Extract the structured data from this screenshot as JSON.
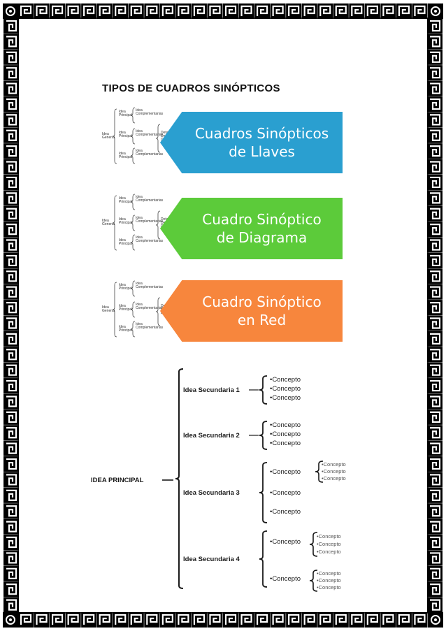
{
  "title": "TIPOS DE CUADROS SINÓPTICOS",
  "mini_labels": {
    "general": "Idea General",
    "principal": "Idea Principal",
    "complementarias": "Idea Complementarias",
    "detalles": "Detalles Detalles Detalles"
  },
  "cards": [
    {
      "line1": "Cuadros Sinópticos",
      "line2": "de Llaves",
      "color": "#2a9fd0"
    },
    {
      "line1": "Cuadro Sinóptico",
      "line2": "de Diagrama",
      "color": "#5ccb3a"
    },
    {
      "line1": "Cuadro Sinóptico",
      "line2": "en Red",
      "color": "#f7863d"
    }
  ],
  "diagram": {
    "root": "IDEA PRINCIPAL",
    "branches": [
      {
        "label": "Idea Secundaria 1",
        "concepts": [
          "•Concepto",
          "•Concepto",
          "•Concepto"
        ]
      },
      {
        "label": "Idea Secundaria 2",
        "concepts": [
          "•Concepto",
          "•Concepto",
          "•Concepto"
        ]
      },
      {
        "label": "Idea Secundaria 3",
        "concepts": [
          "•Concepto",
          "•Concepto",
          "•Concepto"
        ],
        "sub": [
          "•Concepto",
          "•Concepto",
          "•Concepto"
        ]
      },
      {
        "label": "Idea Secundaria 4",
        "concepts": [
          "•Concepto",
          "•Concepto"
        ],
        "sub_a": [
          "•Concepto",
          "•Concepto",
          "•Concepto"
        ],
        "sub_b": [
          "•Concepto",
          "•Concepto",
          "•Concepto"
        ]
      }
    ]
  }
}
